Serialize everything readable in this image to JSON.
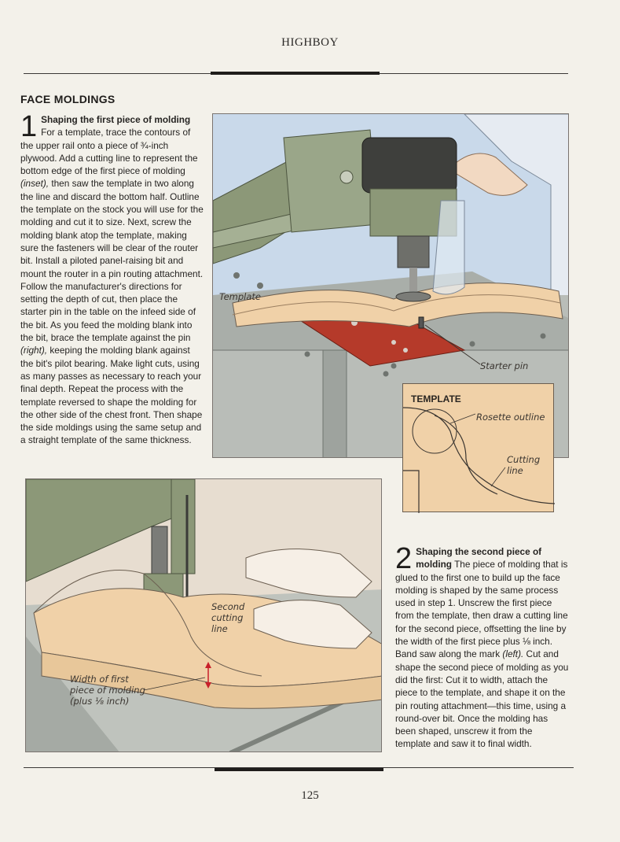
{
  "header": {
    "running_head": "HIGHBOY"
  },
  "section": {
    "title": "FACE MOLDINGS"
  },
  "step1": {
    "number": "1",
    "title": "Shaping the first piece of molding",
    "body_1": " For a template, trace the contours of the upper rail onto a piece of ¾-inch plywood. Add a cutting line to represent the bottom edge of the first piece of molding ",
    "inset_ref": "(inset),",
    "body_2": " then saw the template in two along the line and discard the bottom half. Outline the template on the stock you will use for the molding and cut it to size. Next, screw the molding blank atop the template, making sure the fasteners will be clear of the router bit. Install a piloted panel-raising bit and mount the router in a pin routing attachment. Follow the manufacturer's directions for setting the depth of cut, then place the starter pin in the table on the infeed side of the bit. As you feed the molding blank into the bit, brace the template against the pin ",
    "right_ref": "(right),",
    "body_3": " keeping the molding blank against the bit's pilot bearing. Make light cuts, using as many passes as necessary to reach your final depth. Repeat the process with the template reversed to shape the molding for the other side of the chest front. Then shape the side moldings using the same setup and a straight template of the same thickness."
  },
  "step2": {
    "number": "2",
    "title": "Shaping the second piece of molding",
    "body_1": " The piece of molding that is glued to the first one to build up the face molding is shaped by the same process used in step 1. Unscrew the first piece from the template, then draw a cutting line for the second piece, offsetting the line by the width of the first piece plus ⅛ inch. Band saw along the mark ",
    "left_ref": "(left).",
    "body_2": " Cut and shape the second piece of molding as you did the first: Cut it to width, attach the piece to the template, and shape it on the pin routing attachment—this time, using a round-over bit. Once the molding has been shaped, unscrew it from the template and saw it to final width."
  },
  "illustration1": {
    "label_template": "Template",
    "label_starter_pin": "Starter pin"
  },
  "inset": {
    "title": "TEMPLATE",
    "label_rosette": "Rosette outline",
    "label_cutting_1": "Cutting",
    "label_cutting_2": "line"
  },
  "illustration2": {
    "label_second_1": "Second",
    "label_second_2": "cutting",
    "label_second_3": "line",
    "label_width_1": "Width of first",
    "label_width_2": "piece of molding",
    "label_width_3": "(plus ⅛ inch)"
  },
  "footer": {
    "page_number": "125"
  },
  "colors": {
    "router_green": "#8c9878",
    "table_gray": "#b9bdb8",
    "wood": "#f0d1a8",
    "plate_red": "#b53a2a",
    "arrow_red": "#c8202a"
  }
}
